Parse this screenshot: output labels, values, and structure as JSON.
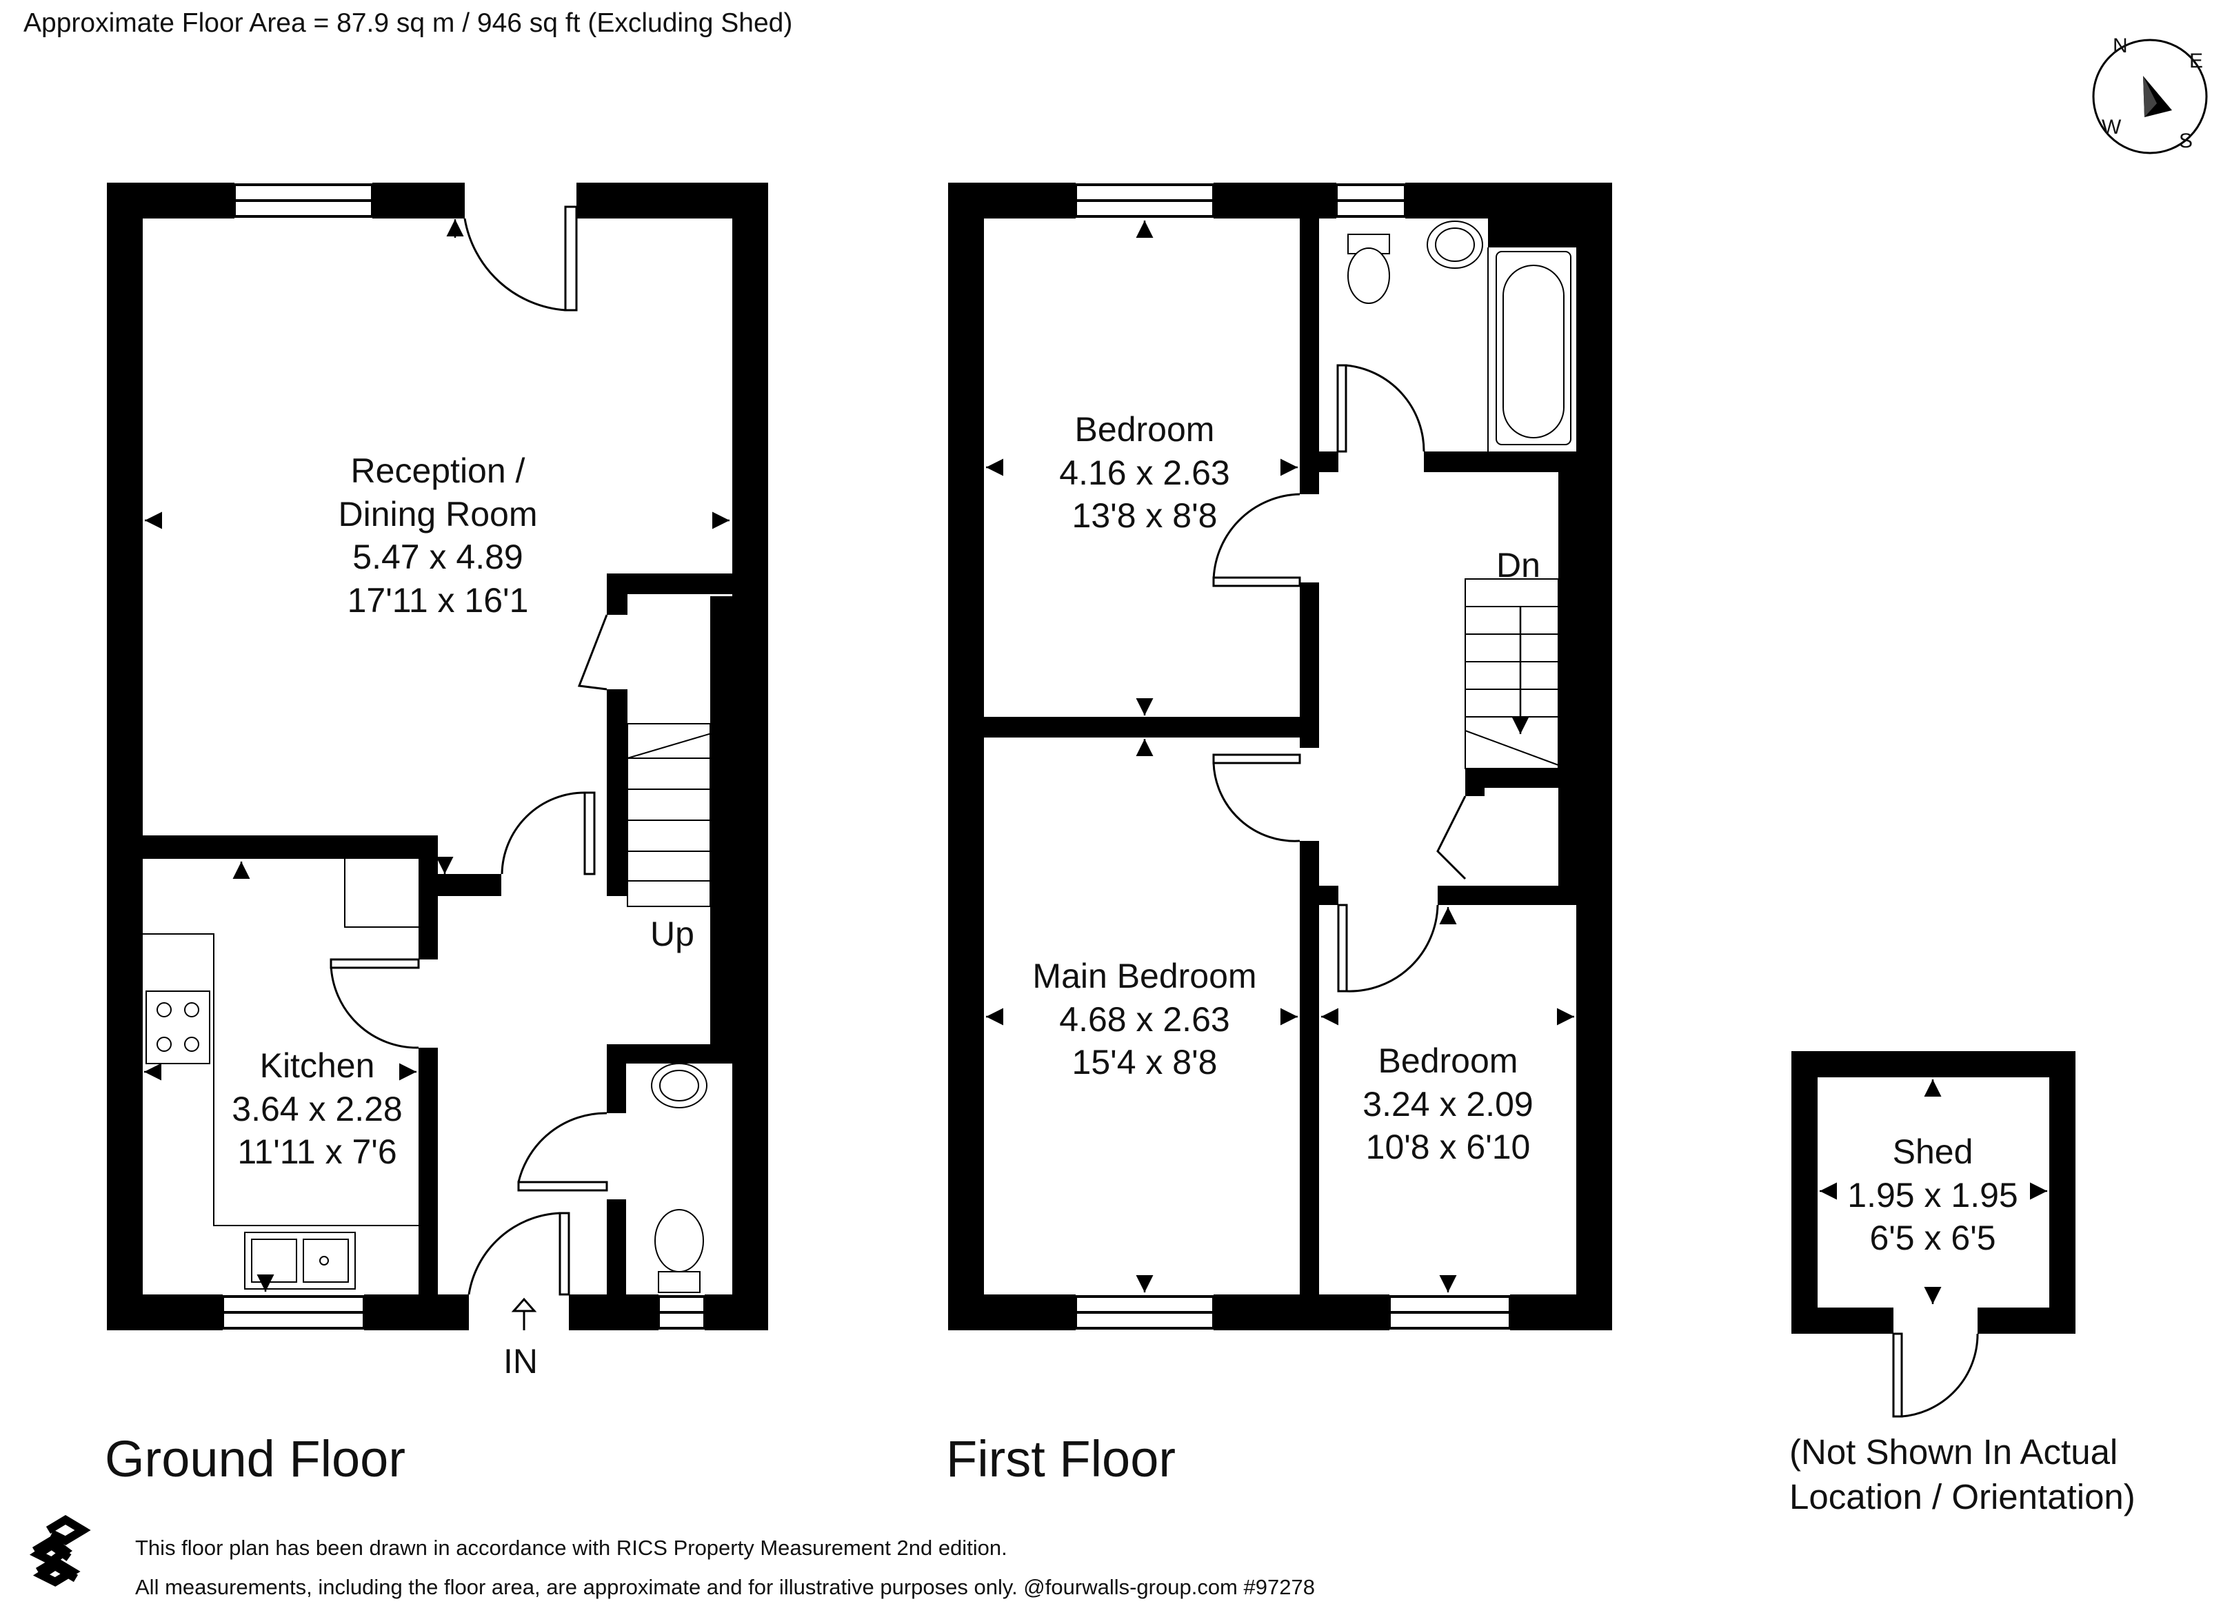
{
  "header": {
    "floor_area": "Approximate Floor Area = 87.9 sq m / 946 sq ft (Excluding Shed)"
  },
  "compass": {
    "n": "N",
    "e": "E",
    "s": "S",
    "w": "W"
  },
  "ground_floor": {
    "title": "Ground Floor",
    "reception": {
      "name1": "Reception /",
      "name2": "Dining Room",
      "metric": "5.47 x 4.89",
      "imperial": "17'11 x 16'1"
    },
    "kitchen": {
      "name": "Kitchen",
      "metric": "3.64 x 2.28",
      "imperial": "11'11 x 7'6"
    },
    "stairs_up": "Up",
    "entrance": "IN"
  },
  "first_floor": {
    "title": "First Floor",
    "bedroom_rear": {
      "name": "Bedroom",
      "metric": "4.16 x 2.63",
      "imperial": "13'8 x 8'8"
    },
    "main_bedroom": {
      "name": "Main Bedroom",
      "metric": "4.68 x 2.63",
      "imperial": "15'4 x 8'8"
    },
    "bedroom_small": {
      "name": "Bedroom",
      "metric": "3.24 x 2.09",
      "imperial": "10'8 x 6'10"
    },
    "stairs_down": "Dn"
  },
  "shed": {
    "name": "Shed",
    "metric": "1.95 x 1.95",
    "imperial": "6'5 x 6'5",
    "note1": "(Not Shown In Actual",
    "note2": "Location / Orientation)"
  },
  "footer": {
    "line1": "This floor plan has been drawn in accordance with RICS Property Measurement 2nd edition.",
    "line2": "All measurements, including the floor area, are approximate and for illustrative purposes only. @fourwalls-group.com #97278"
  }
}
